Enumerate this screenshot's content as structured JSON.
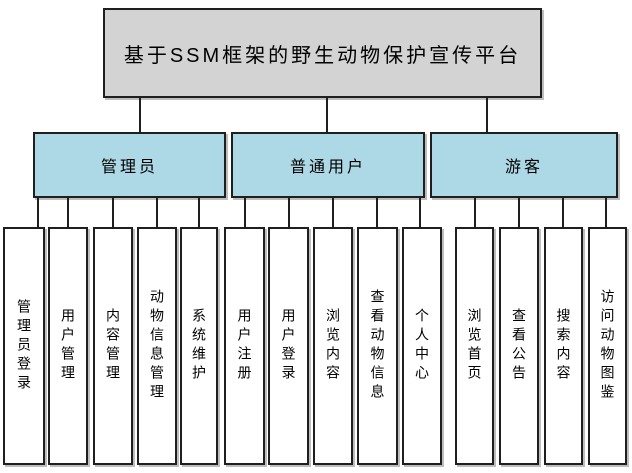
{
  "diagram": {
    "title": "基于SSM框架的野生动物保护宣传平台",
    "groups": [
      {
        "label": "管理员",
        "children": [
          "管理员登录",
          "用户管理",
          "内容管理",
          "动物信息管理",
          "系统维护"
        ]
      },
      {
        "label": "普通用户",
        "children": [
          "用户注册",
          "用户登录",
          "浏览内容",
          "查看动物信息",
          "个人中心"
        ]
      },
      {
        "label": "游客",
        "children": [
          "浏览首页",
          "查看公告",
          "搜索内容",
          "访问动物图鉴"
        ]
      }
    ]
  },
  "colors": {
    "root-fill": "#d3d3d3",
    "group-fill": "#add8e6",
    "leaf-fill": "#ffffff",
    "border": "#1f1f1f",
    "shadow": "#bdbdbd",
    "text": "#000000"
  }
}
